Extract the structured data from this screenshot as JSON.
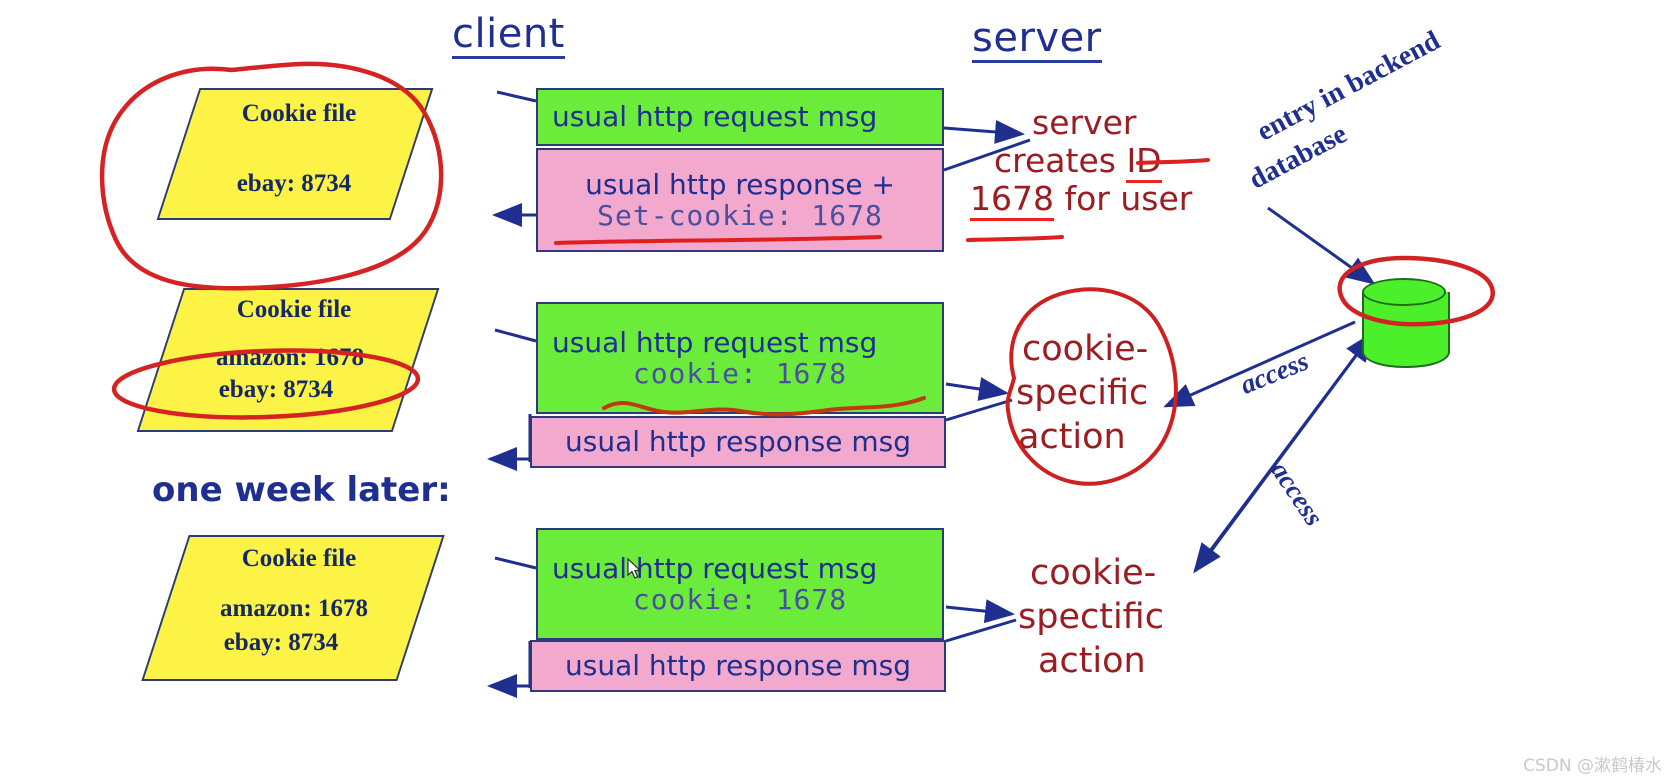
{
  "headings": {
    "client": "client",
    "server": "server"
  },
  "cookie_files": [
    {
      "title": "Cookie file",
      "entries": [
        "ebay: 8734"
      ],
      "annotation": "red-circle-around-whole-file"
    },
    {
      "title": "Cookie file",
      "entries": [
        "amazon: 1678",
        "ebay: 8734"
      ],
      "annotation": "red-ellipse-around-amazon-entry"
    },
    {
      "title": "Cookie file",
      "entries": [
        "amazon: 1678",
        "ebay: 8734"
      ],
      "annotation": "none"
    }
  ],
  "time_label": "one week later:",
  "messages": [
    {
      "id": "msg-1-request",
      "kind": "request",
      "color": "green",
      "lines": [
        "usual http request msg"
      ],
      "mono_lines": []
    },
    {
      "id": "msg-1-response",
      "kind": "response",
      "color": "pink",
      "lines": [
        "usual http response +"
      ],
      "mono_lines": [
        "Set-cookie: 1678"
      ],
      "underline": "red-straight"
    },
    {
      "id": "msg-2-request",
      "kind": "request",
      "color": "green",
      "lines": [
        "usual http request msg"
      ],
      "mono_lines": [
        "cookie: 1678"
      ],
      "underline": "red-squiggle"
    },
    {
      "id": "msg-2-response",
      "kind": "response",
      "color": "pink",
      "lines": [
        "usual http response msg"
      ],
      "mono_lines": []
    },
    {
      "id": "msg-3-request",
      "kind": "request",
      "color": "green",
      "lines": [
        "usual http request msg"
      ],
      "mono_lines": [
        "cookie: 1678"
      ],
      "underline": "none"
    },
    {
      "id": "msg-3-response",
      "kind": "response",
      "color": "pink",
      "lines": [
        "usual http response msg"
      ],
      "mono_lines": []
    }
  ],
  "annotations": {
    "server_creates": {
      "line1": "server",
      "line2_pre": "creates ",
      "line2_underlined": "ID",
      "line3_underlined": "1678",
      "line3_post": " for user"
    },
    "cookie_specific_action": {
      "line1": "cookie-",
      "line2": "specific",
      "line3": "action"
    },
    "cookie_spectific_action": {
      "line1": "cookie-",
      "line2": "spectific",
      "line3": "action"
    },
    "entry_in_backend": {
      "line1": "entry in backend",
      "line2": "database"
    },
    "access_top": "access",
    "access_bottom": "access"
  },
  "database": {
    "name": "backend-database-cylinder",
    "color": "#4cf02a"
  },
  "colors": {
    "request_green": "#6cec3a",
    "response_pink": "#f3a9cd",
    "cookie_yellow": "#fdf246",
    "navy_text": "#1f2f8f",
    "dark_red_text": "#9b1d22",
    "annotation_red": "#d52222",
    "database_green": "#4cf02a"
  },
  "watermark": "CSDN @漱鹤椿水"
}
